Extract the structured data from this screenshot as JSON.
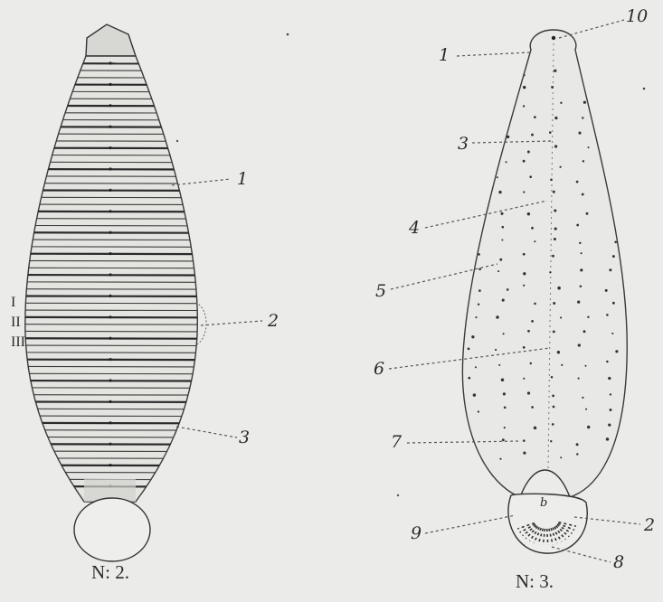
{
  "figure2": {
    "labels": [
      "1",
      "2",
      "3"
    ],
    "segment_marks": [
      "I",
      "II",
      "III"
    ],
    "caption": "N: 2."
  },
  "figure3": {
    "labels": [
      "1",
      "10",
      "3",
      "4",
      "5",
      "6",
      "7",
      "9",
      "2",
      "8"
    ],
    "caption": "N: 3."
  }
}
